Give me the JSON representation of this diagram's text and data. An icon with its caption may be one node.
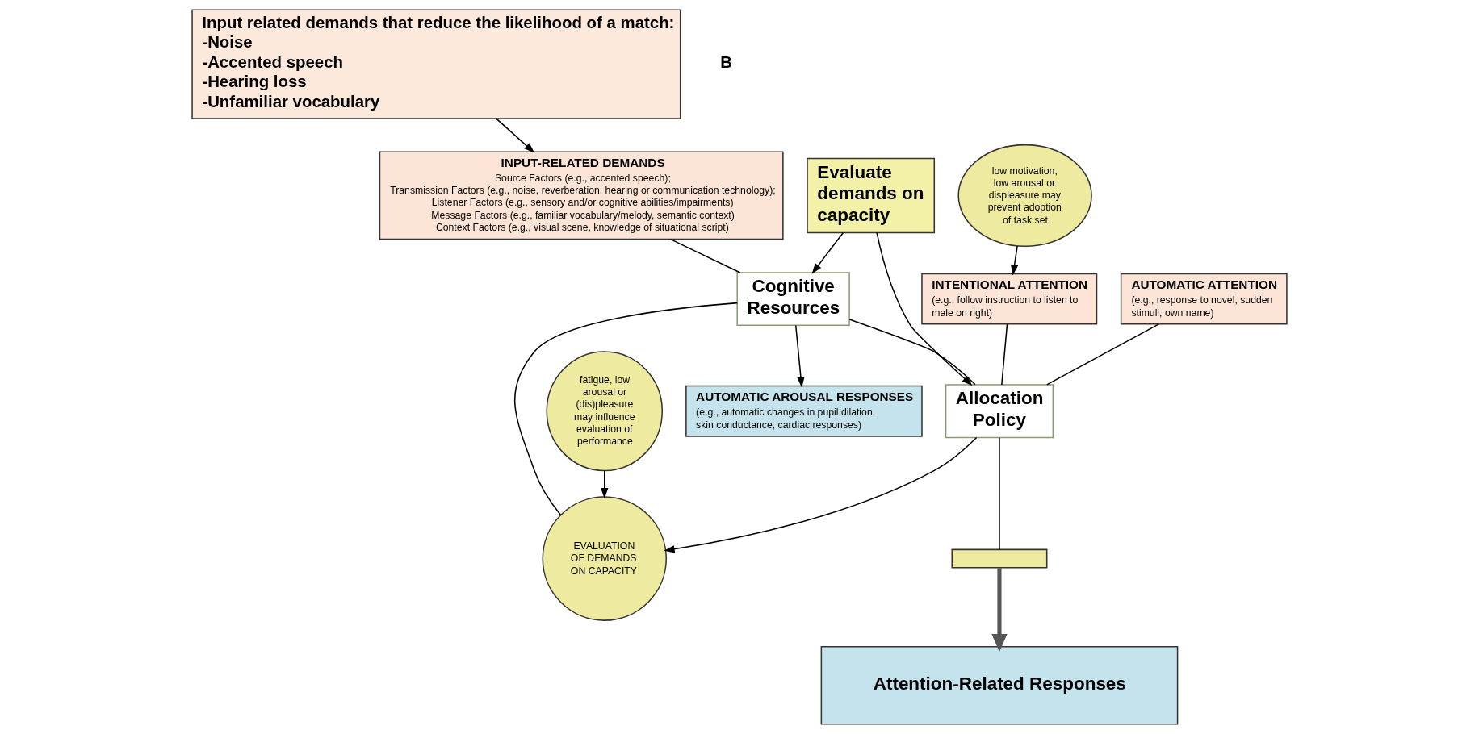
{
  "diagram": {
    "nodes": [
      {
        "text": [
          "INPUT-RELATED DEMANDS",
          "Source Factors (e.g., accented speech);",
          "Transmission Factors (e.g., noise, reverberation, hearing or communication technology);",
          "Listener Factors (e.g., sensory and/or cognitive abilities/impairments)",
          "Message Factors (e.g., familiar vocabulary/melody, semantic context)",
          "Context Factors (e.g., visual scene, knowledge of situational script)"
        ]
      },
      {
        "text": [
          "Cognitive Resources"
        ]
      },
      {
        "text": [
          "AUTOMATIC AROUSAL RESPONSES",
          "(e.g., automatic changes in pupil dilation, skin conductance, cardiac responses)"
        ]
      },
      {
        "text": [
          "AUTOMATIC ATTENTION",
          "(e.g., response to novel, sudden stimuli, own name)"
        ]
      },
      {
        "text": [
          "Allocation Policy"
        ]
      },
      {
        "text": [
          "INTENTIONAL ATTENTION",
          "(e.g., follow instruction to listen to male on right)"
        ]
      },
      {
        "text": [
          "EVALUATION OF DEMANDS ON CAPACITY"
        ]
      },
      {
        "text": [
          "Evaluate demands on capacity"
        ]
      },
      {
        "text": [
          "Input related demands that reduce the likelihood of a match:",
          "-Noise",
          "-Accented speech",
          "-Hearing loss",
          "-Unfamiliar vocabulary"
        ]
      },
      {
        "text": [
          "low motivation, low arousal or displeasure may prevent adoption of task set"
        ]
      },
      {
        "text": [
          "fatigue, low arousal or (dis)pleasure may influence evaluation of performance"
        ]
      },
      {
        "text": [],
        "shape": "box"
      },
      {
        "text": [
          "Attention-Related Responses"
        ]
      }
    ],
    "edges": [
      {
        "from": 0,
        "to": 1,
        "arrow": "none"
      },
      {
        "from": 1,
        "to": 2,
        "arrow": "to"
      },
      {
        "from": 1,
        "to": 4,
        "arrow": "none"
      },
      {
        "from": 3,
        "to": 4,
        "arrow": "none"
      },
      {
        "from": 5,
        "to": 4,
        "arrow": "none"
      },
      {
        "from": 4,
        "to": 6,
        "arrow": "to"
      },
      {
        "from": 6,
        "to": 1,
        "arrow": "none"
      },
      {
        "from": 7,
        "to": 1,
        "arrow": "to"
      },
      {
        "from": 7,
        "to": 4,
        "arrow": "to"
      },
      {
        "from": 8,
        "to": 0,
        "arrow": "to"
      },
      {
        "from": 9,
        "to": 5,
        "arrow": "to"
      },
      {
        "from": 10,
        "to": 6,
        "arrow": "to"
      },
      {
        "from": 4,
        "to": 11,
        "arrow": "none"
      },
      {
        "from": 11,
        "to": 12,
        "arrow": "to",
        "style": "thick"
      }
    ],
    "labels": [
      "B"
    ]
  }
}
